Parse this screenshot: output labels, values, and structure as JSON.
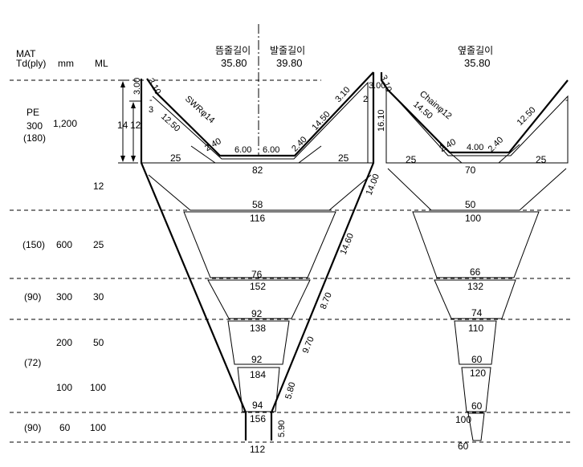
{
  "table": {
    "col_mat": "MAT",
    "col_td": "Td(ply)",
    "col_mm": "mm",
    "col_ml": "ML",
    "pe": "PE",
    "pe_ply": "300",
    "pe_ply2": "(180)",
    "pe_mm": "1,200",
    "pe_ml": "12",
    "row1": {
      "td": "(150)",
      "mm": "600",
      "ml": "25"
    },
    "row2": {
      "td": "(90)",
      "mm": "300",
      "ml": "30"
    },
    "row3_mm": "200",
    "row3_ml": "50",
    "row34_td": "(72)",
    "row4_mm": "100",
    "row4_ml": "100",
    "row5": {
      "td": "(90)",
      "mm": "60",
      "ml": "100"
    }
  },
  "headers": {
    "float_line": "뜸줄길이",
    "float_value": "35.80",
    "foot_line": "발줄길이",
    "foot_value": "39.80",
    "side_line": "옆줄길이",
    "side_value": "35.80"
  },
  "main_net": {
    "left_300": "3.00",
    "left_310": "3.10",
    "left_3": "3",
    "left_dash": "-",
    "dim_14": "14",
    "dim_12": "12",
    "swr": "SWRφ14",
    "seg_1250": "12.50",
    "seg_240a": "2.40",
    "seg_600a": "6.00",
    "seg_600b": "6.00",
    "seg_240b": "2.40",
    "seg_1450": "14.50",
    "seg_310r": "3.10",
    "mesh_25a": "25",
    "mesh_25b": "25",
    "w82": "82",
    "w58": "58",
    "w116": "116",
    "w76": "76",
    "w152": "152",
    "w92a": "92",
    "w138": "138",
    "w92b": "92",
    "w184": "184",
    "w94": "94",
    "w156": "156",
    "w112": "112",
    "right_300": "3.00",
    "right_2": "2",
    "right_1610": "16.10",
    "right_1400": "14.00",
    "right_1460": "14.60",
    "right_870": "8.70",
    "right_970": "9.70",
    "right_580": "5.80",
    "right_590": "5.90"
  },
  "side_net": {
    "top_310": "3.10",
    "top_dash": "-",
    "chain": "Chainφ12",
    "seg_1450": "14.50",
    "seg_240a": "2.40",
    "seg_400": "4.00",
    "seg_240b": "2.40",
    "seg_1250": "12.50",
    "mesh_25a": "25",
    "mesh_25b": "25",
    "w70": "70",
    "w50": "50",
    "w100": "100",
    "w66": "66",
    "w132": "132",
    "w74": "74",
    "w110": "110",
    "w60a": "60",
    "w120": "120",
    "w60b": "60",
    "w100b": "100",
    "w60c": "60"
  }
}
